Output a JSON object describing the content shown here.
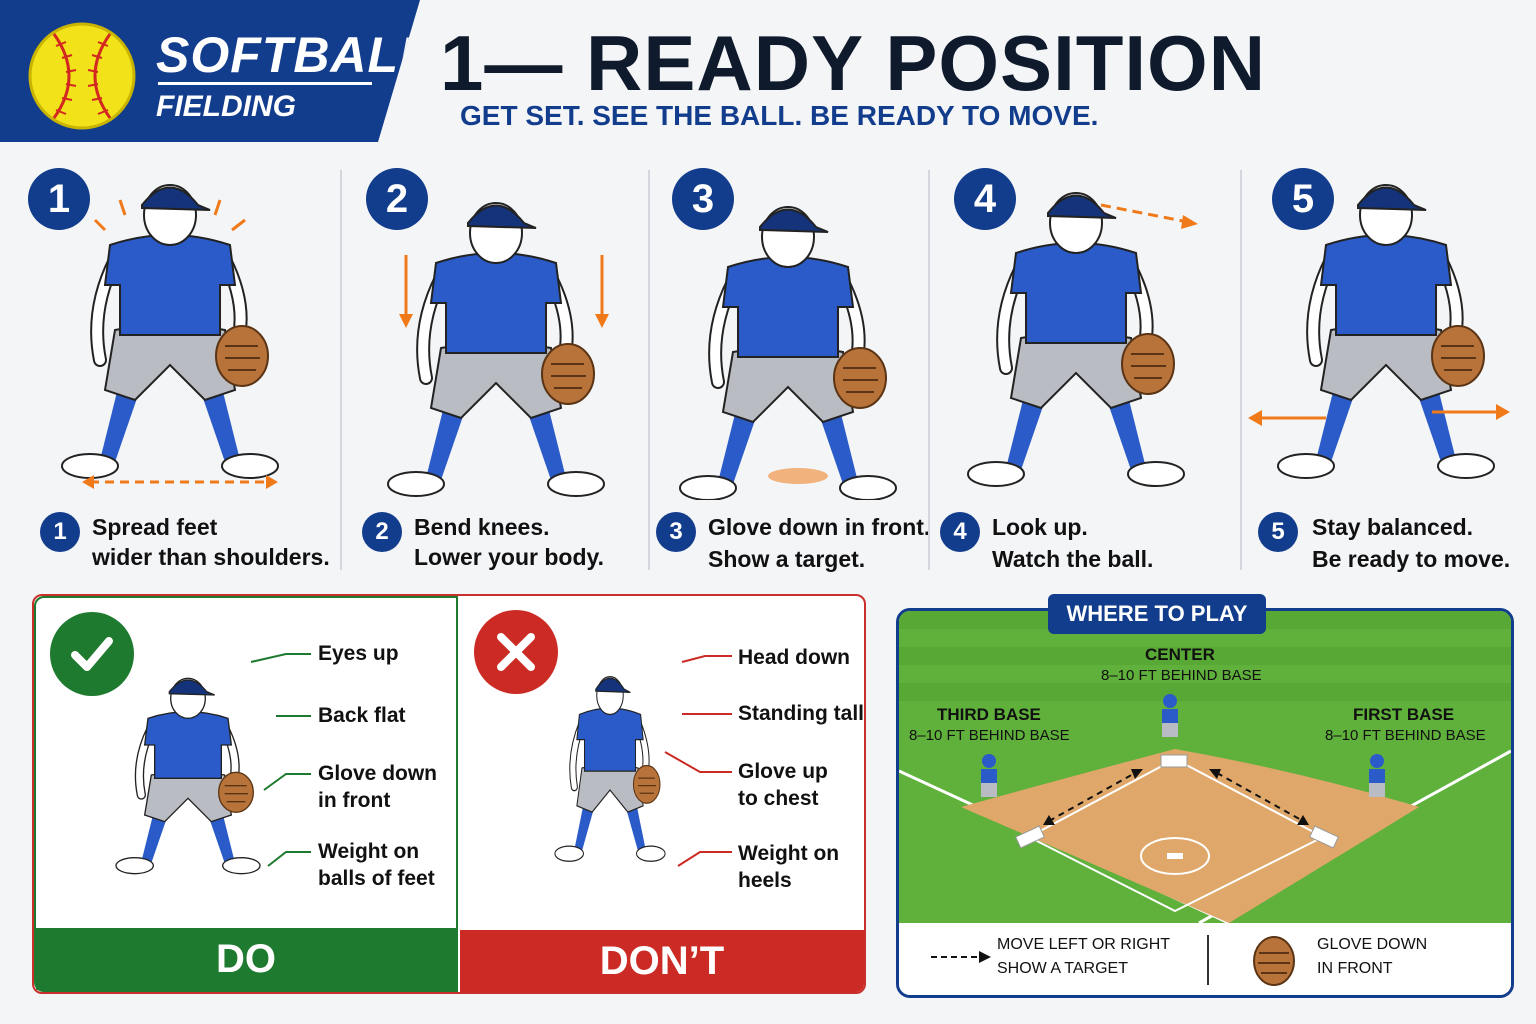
{
  "header": {
    "brand_title": "SOFTBALL",
    "brand_subtitle": "FIELDING",
    "title": "1— READY POSITION",
    "subtitle": "GET SET. SEE THE BALL. BE READY TO MOVE."
  },
  "steps": [
    {
      "number": "1",
      "line1": "Spread feet",
      "line2": "wider than shoulders."
    },
    {
      "number": "2",
      "line1": "Bend knees.",
      "line2": "Lower your body."
    },
    {
      "number": "3",
      "line1": "Glove down in front.",
      "line2": "Show a target."
    },
    {
      "number": "4",
      "line1": "Look up.",
      "line2": "Watch the ball."
    },
    {
      "number": "5",
      "line1": "Stay balanced.",
      "line2": "Be ready to move."
    }
  ],
  "do": {
    "label": "DO",
    "callouts": [
      {
        "line1": "Eyes up",
        "line2": ""
      },
      {
        "line1": "Back flat",
        "line2": ""
      },
      {
        "line1": "Glove down",
        "line2": "in front"
      },
      {
        "line1": "Weight on",
        "line2": "balls of feet"
      }
    ]
  },
  "dont": {
    "label": "DON’T",
    "callouts": [
      {
        "line1": "Head down",
        "line2": ""
      },
      {
        "line1": "Standing tall",
        "line2": ""
      },
      {
        "line1": "Glove up",
        "line2": "to chest"
      },
      {
        "line1": "Weight on",
        "line2": "heels"
      }
    ]
  },
  "field": {
    "title": "WHERE TO PLAY",
    "positions": [
      {
        "name": "CENTER",
        "distance": "8–10 FT BEHIND BASE"
      },
      {
        "name": "THIRD BASE",
        "distance": "8–10 FT BEHIND BASE"
      },
      {
        "name": "FIRST BASE",
        "distance": "8–10 FT BEHIND BASE"
      }
    ],
    "legend": [
      {
        "line1": "MOVE LEFT OR RIGHT",
        "line2": "SHOW A TARGET"
      },
      {
        "line1": "GLOVE DOWN",
        "line2": "IN FRONT"
      }
    ]
  },
  "colors": {
    "navy": "#123c8c",
    "jersey": "#2a5bc9",
    "accent_orange": "#f07a1a",
    "do_green": "#1e7a2e",
    "dont_red": "#cc2a24",
    "field_grass": "#5fb13c",
    "infield_dirt": "#e0a76a"
  }
}
